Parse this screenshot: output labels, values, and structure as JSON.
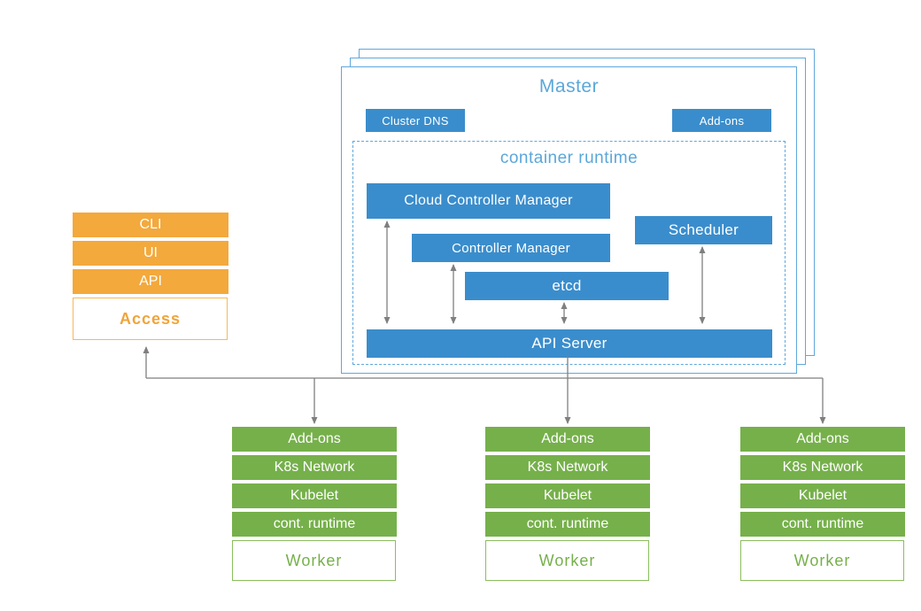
{
  "master": {
    "title": "Master",
    "cluster_dns": "Cluster DNS",
    "addons": "Add-ons",
    "container_runtime": "container runtime",
    "components": {
      "cloud_controller_manager": "Cloud Controller Manager",
      "controller_manager": "Controller Manager",
      "scheduler": "Scheduler",
      "etcd": "etcd",
      "api_server": "API Server"
    }
  },
  "access": {
    "items": [
      "CLI",
      "UI",
      "API"
    ],
    "label": "Access"
  },
  "workers": [
    {
      "rows": [
        "Add-ons",
        "K8s Network",
        "Kubelet",
        "cont. runtime"
      ],
      "label": "Worker"
    },
    {
      "rows": [
        "Add-ons",
        "K8s Network",
        "Kubelet",
        "cont. runtime"
      ],
      "label": "Worker"
    },
    {
      "rows": [
        "Add-ons",
        "K8s Network",
        "Kubelet",
        "cont. runtime"
      ],
      "label": "Worker"
    }
  ],
  "colors": {
    "blue": "#3a8dcc",
    "blue_light": "#5fa8dc",
    "orange": "#f3a93c",
    "green": "#76b04b",
    "arrow": "#7f7f7f"
  }
}
